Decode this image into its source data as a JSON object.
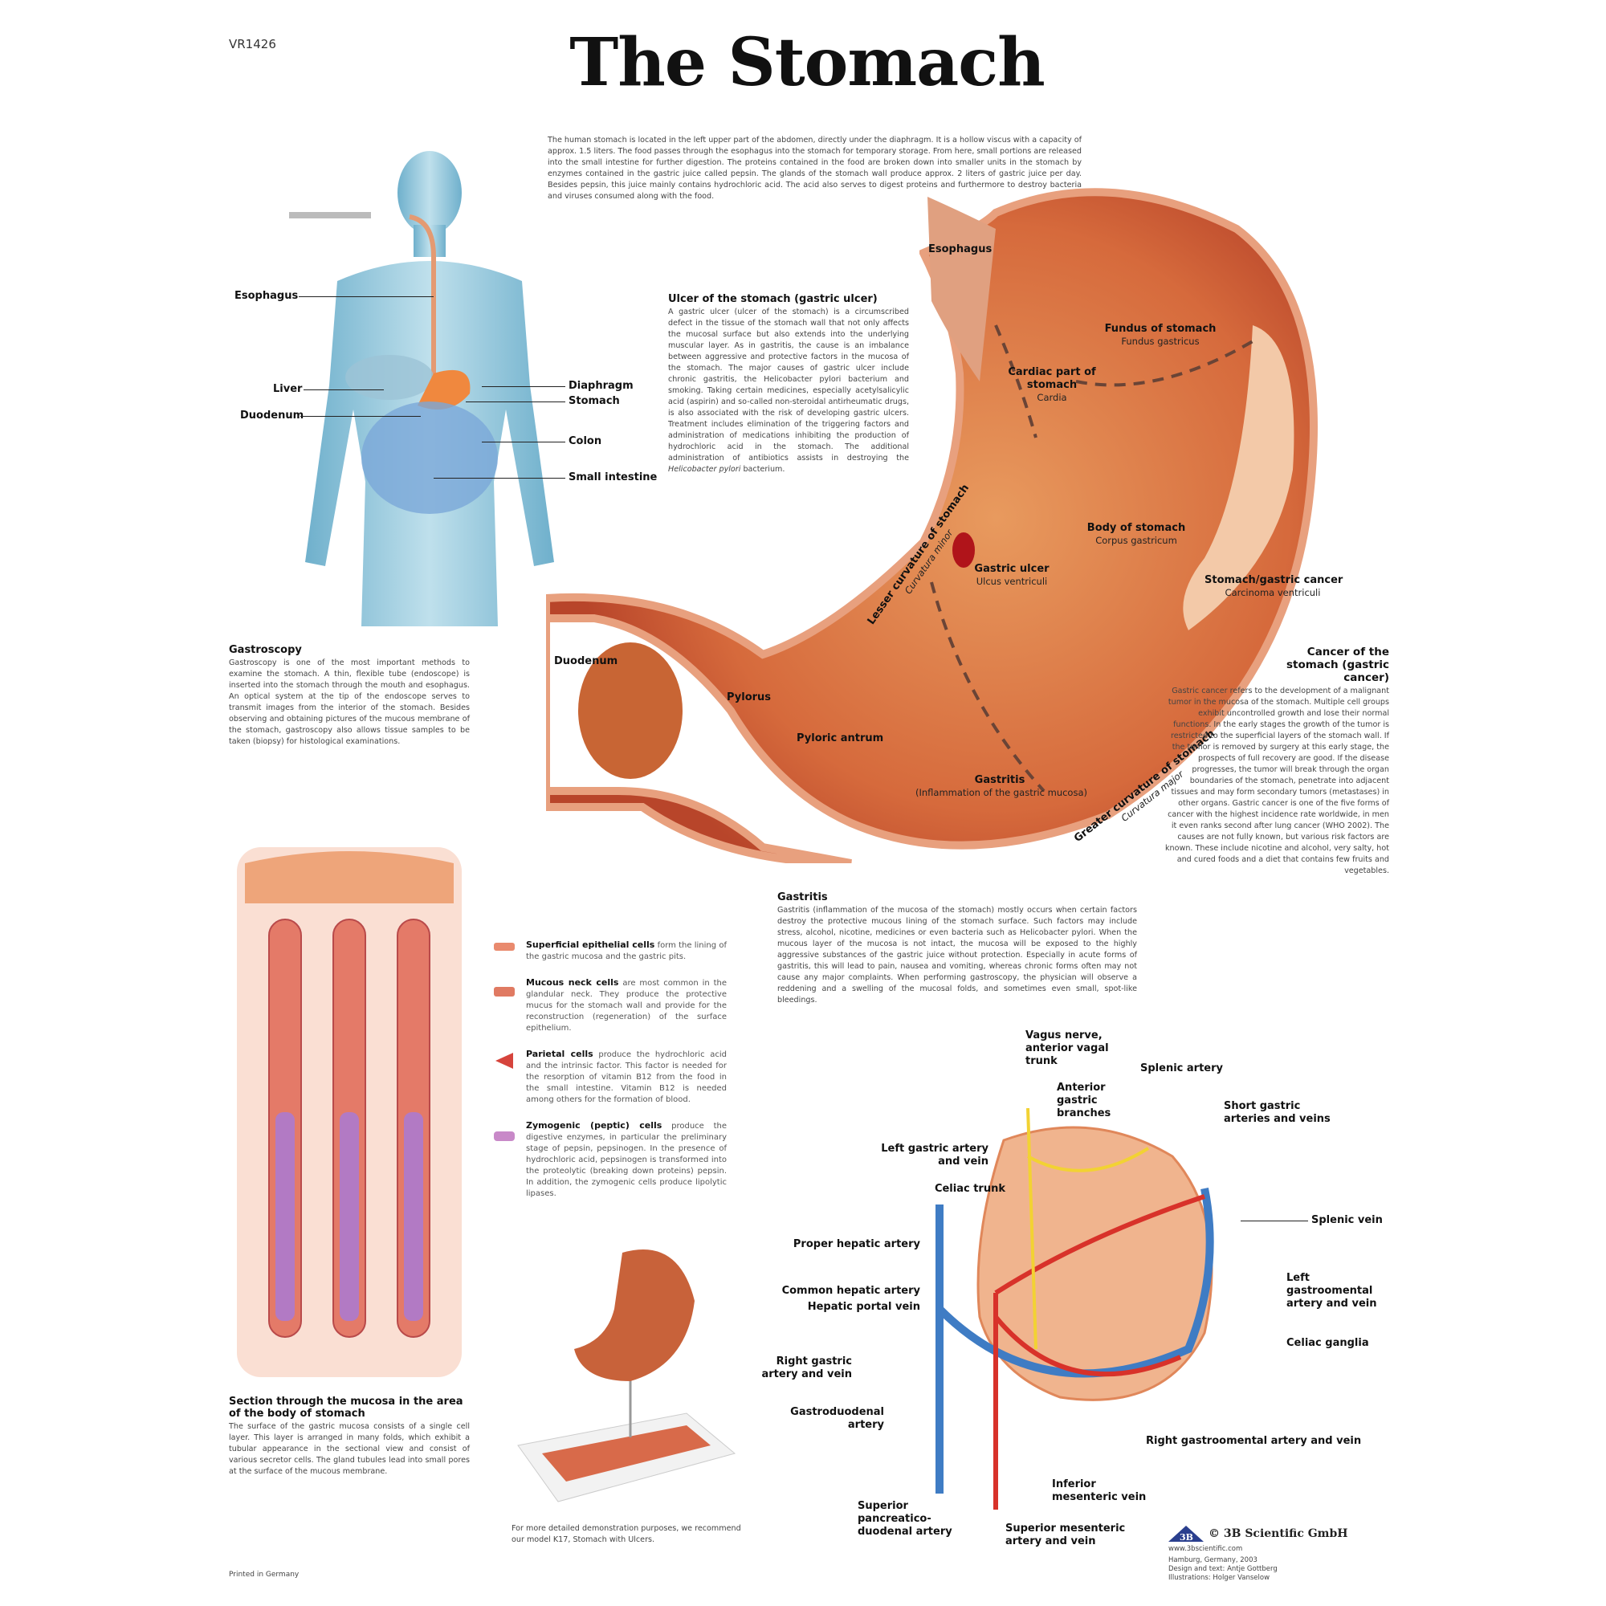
{
  "header": {
    "code": "VR1426",
    "title": "The Stomach"
  },
  "intro": "The human stomach is located in the left upper part of the abdomen, directly under the diaphragm. It is a hollow viscus with a capacity of approx. 1.5 liters. The food passes through the esophagus into the stomach for temporary storage. From here, small portions are released into the small intestine for further digestion. The proteins contained in the food are broken down into smaller units in the stomach by enzymes contained in the gastric juice called pepsin. The glands of the stomach wall produce approx. 2 liters of gastric juice per day. Besides pepsin, this juice mainly contains hydrochloric acid. The acid also serves to digest proteins and furthermore to destroy bacteria and viruses consumed along with the food.",
  "body_figure": {
    "labels": {
      "esophagus": "Esophagus",
      "liver": "Liver",
      "duodenum": "Duodenum",
      "diaphragm": "Diaphragm",
      "stomach": "Stomach",
      "colon": "Colon",
      "small_intestine": "Small intestine"
    }
  },
  "gastroscopy": {
    "heading": "Gastroscopy",
    "text": "Gastroscopy is one of the most important methods to examine the stomach. A thin, flexible tube (endoscope) is inserted into the stomach through the mouth and esophagus. An optical system at the tip of the endoscope serves to transmit images from the interior of the stomach. Besides observing and obtaining pictures of the mucous membrane of the stomach, gastroscopy also allows tissue samples to be taken (biopsy) for histological examinations."
  },
  "ulcer": {
    "heading": "Ulcer of the stomach (gastric ulcer)",
    "text": "A gastric ulcer (ulcer of the stomach) is a circumscribed defect in the tissue of the stomach wall that not only affects the mucosal surface but also extends into the underlying muscular layer. As in gastritis, the cause is an imbalance between aggressive and protective factors in the mucosa of the stomach. The major causes of gastric ulcer include chronic gastritis, the Helicobacter pylori bacterium and smoking. Taking certain medicines, especially acetylsalicylic acid (aspirin) and so-called non-steroidal antirheumatic drugs, is also associated with the risk of developing gastric ulcers. Treatment includes elimination of the triggering factors and administration of medications inhibiting the production of hydrochloric acid in the stomach. The additional administration of antibiotics assists in destroying the ",
    "text_italic": "Helicobacter pylori",
    "text_end": " bacterium."
  },
  "stomach_figure": {
    "esophagus": "Esophagus",
    "fundus": "Fundus of stomach",
    "fundus_latin": "Fundus gastricus",
    "cardia": "Cardiac part of stomach",
    "cardia_latin": "Cardia",
    "body": "Body of stomach",
    "body_latin": "Corpus gastricum",
    "ulcer": "Gastric ulcer",
    "ulcer_latin": "Ulcus ventriculi",
    "cancer": "Stomach/gastric cancer",
    "cancer_latin": "Carcinoma ventriculi",
    "lesser": "Lesser curvature of stomach",
    "lesser_latin": "Curvatura minor",
    "greater": "Greater curvature of stomach",
    "greater_latin": "Curvatura major",
    "duodenum": "Duodenum",
    "pylorus": "Pylorus",
    "antrum": "Pyloric antrum",
    "gastritis": "Gastritis",
    "gastritis_sub": "(Inflammation of the gastric mucosa)"
  },
  "cancer": {
    "heading": "Cancer of the stomach (gastric cancer)",
    "text": "Gastric cancer refers to the development of a malignant tumor in the mucosa of the stomach. Multiple cell groups exhibit uncontrolled growth and lose their normal functions. In the early stages the growth of the tumor is restricted to the superficial layers of the stomach wall. If the tumor is removed by surgery at this early stage, the prospects of full recovery are good. If the disease progresses, the tumor will break through the organ boundaries of the stomach, penetrate into adjacent tissues and may form secondary tumors (metastases) in other organs. Gastric cancer is one of the five forms of cancer with the highest incidence rate worldwide, in men it even ranks second after lung cancer (WHO 2002). The causes are not fully known, but various risk factors are known. These include nicotine and alcohol, very salty, hot and cured foods and a diet that contains few fruits and vegetables."
  },
  "gastritis": {
    "heading": "Gastritis",
    "text": "Gastritis (inflammation of the mucosa of the stomach) mostly occurs when certain factors destroy the protective mucous lining of the stomach surface. Such factors may include stress, alcohol, nicotine, medicines or even bacteria such as Helicobacter pylori. When the mucous layer of the mucosa is not intact, the mucosa will be exposed to the highly aggressive substances of the gastric juice without protection. Especially in acute forms of gastritis, this will lead to pain, nausea and vomiting, whereas chronic forms often may not cause any major complaints. When performing gastroscopy, the physician will observe a reddening and a swelling of the mucosal folds, and sometimes even small, spot-like bleedings."
  },
  "cells": [
    {
      "name": "Superficial epithelial cells",
      "text": " form the lining of the gastric mucosa and the gastric pits.",
      "color": "#e98a6e"
    },
    {
      "name": "Mucous neck cells",
      "text": " are most common in the glandular neck. They produce the protective mucus for the stomach wall and provide for the reconstruction (regeneration) of the surface epithelium.",
      "color": "#e07a62"
    },
    {
      "name": "Parietal cells",
      "text": " produce the hydrochloric acid and the intrinsic factor. This factor is needed for the resorption of vitamin B12 from the food in the small intestine. Vitamin B12 is needed among others for the formation of blood.",
      "color": "#d6443c"
    },
    {
      "name": "Zymogenic (peptic) cells",
      "text": " produce the digestive enzymes, in particular the preliminary stage of pepsin, pepsinogen. In the presence of hydrochloric acid, pepsinogen is transformed into the proteolytic (breaking down proteins) pepsin. In addition, the zymogenic cells produce lipolytic lipases.",
      "color": "#c889c8"
    }
  ],
  "mucosa": {
    "heading": "Section through the mucosa in the area of the body of stomach",
    "text": "The surface of the gastric mucosa consists of a single cell layer. This layer is arranged in many folds, which exhibit a tubular appearance in the sectional view and consist of various secretor cells. The gland tubules lead into small pores at the surface of the mucous membrane."
  },
  "model_note": "For more detailed demonstration purposes, we recommend our model K17, Stomach with Ulcers.",
  "vessels": {
    "vagus": "Vagus nerve, anterior vagal trunk",
    "anterior_gastric": "Anterior gastric branches",
    "splenic_artery": "Splenic artery",
    "short_gastric": "Short gastric arteries and veins",
    "left_gastric": "Left gastric artery and vein",
    "celiac_trunk": "Celiac trunk",
    "splenic_vein": "Splenic vein",
    "proper_hepatic": "Proper hepatic artery",
    "common_hepatic": "Common hepatic artery",
    "portal_vein": "Hepatic portal vein",
    "left_gastroomental": "Left gastroomental artery and vein",
    "celiac_ganglia": "Celiac ganglia",
    "right_gastric": "Right gastric artery and vein",
    "gastroduodenal": "Gastroduodenal artery",
    "right_gastroomental": "Right gastroomental artery and vein",
    "inferior_mesenteric": "Inferior mesenteric vein",
    "sup_pancreatico": "Superior pancreatico-duodenal artery",
    "sup_mesenteric": "Superior mesenteric artery and vein"
  },
  "footer": {
    "printed": "Printed in Germany",
    "logo_text": "3B",
    "company": "© 3B Scientific GmbH",
    "url": "www.3bscientific.com",
    "place": "Hamburg, Germany, 2003",
    "design": "Design and text: Antje Gottberg",
    "illustrations": "Illustrations: Holger Vanselow"
  },
  "colors": {
    "artery": "#d8322a",
    "vein": "#3f7cc4",
    "nerve": "#f2d233",
    "stomach": "#e0784a",
    "skin": "#8fc4d8"
  }
}
